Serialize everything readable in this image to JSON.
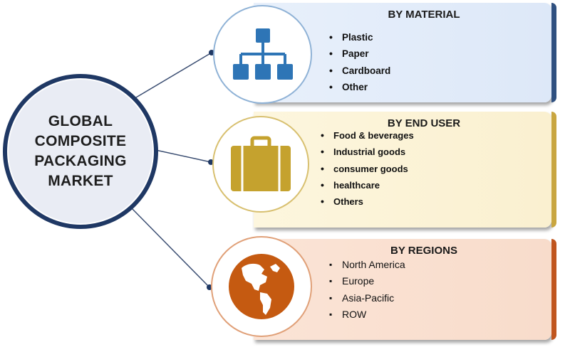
{
  "center": {
    "title_lines": [
      "GLOBAL",
      "COMPOSITE",
      "PACKAGING",
      "MARKET"
    ]
  },
  "segments": [
    {
      "title": "BY MATERIAL",
      "icon": "hierarchy-chart-icon",
      "accent": "#2f5080",
      "icon_color": "#2e75b6",
      "items": [
        "Plastic",
        "Paper",
        "Cardboard",
        "Other"
      ]
    },
    {
      "title": "BY END USER",
      "icon": "briefcase-icon",
      "accent": "#c9a640",
      "icon_color": "#c5a22e",
      "items": [
        "Food & beverages",
        "Industrial goods",
        "consumer goods",
        "healthcare",
        "Others"
      ]
    },
    {
      "title": "BY REGIONS",
      "icon": "globe-americas-icon",
      "accent": "#c0551e",
      "icon_color": "#c55a11",
      "items": [
        "North America",
        "Europe",
        "Asia-Pacific",
        "ROW"
      ]
    }
  ],
  "colors": {
    "center_border": "#1f3864",
    "connector": "#3b4e72"
  }
}
